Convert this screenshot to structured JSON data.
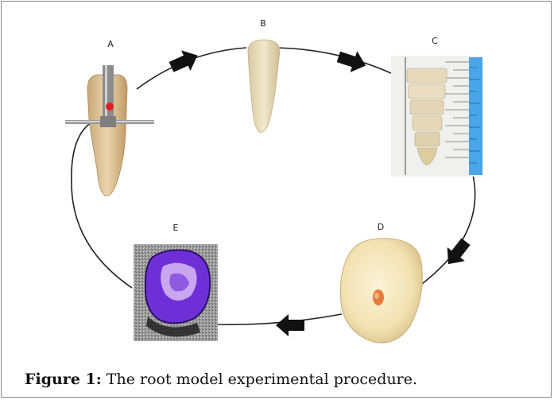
{
  "figure": {
    "panels": [
      {
        "label": "A",
        "content": "tooth with drill and horizontal rod"
      },
      {
        "label": "B",
        "content": "extracted root"
      },
      {
        "label": "C",
        "content": "sectioned root beside ruler"
      },
      {
        "label": "D",
        "content": "cross-section slice"
      },
      {
        "label": "E",
        "content": "stained section under microscope"
      }
    ],
    "arrow_color": "#111111",
    "cycle_line_color": "#222222"
  },
  "caption": {
    "label": "Figure 1:",
    "text": " The root model experimental procedure."
  }
}
